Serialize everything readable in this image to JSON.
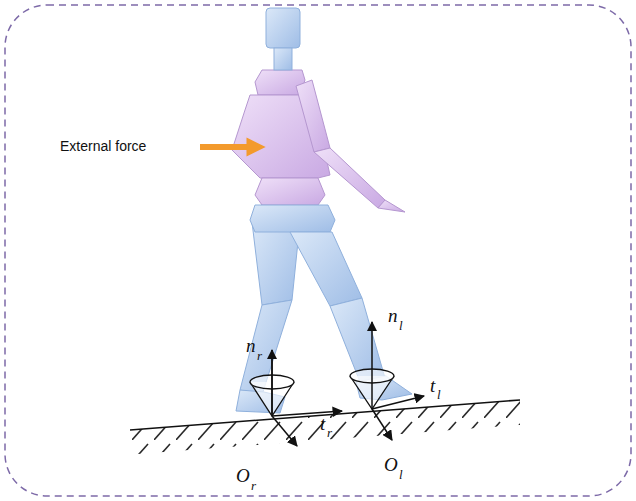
{
  "diagram": {
    "labels": [
      "External force",
      "n",
      "r",
      "n",
      "l",
      "t",
      "l",
      "t",
      "r",
      "O",
      "r",
      "O",
      "l"
    ]
  }
}
